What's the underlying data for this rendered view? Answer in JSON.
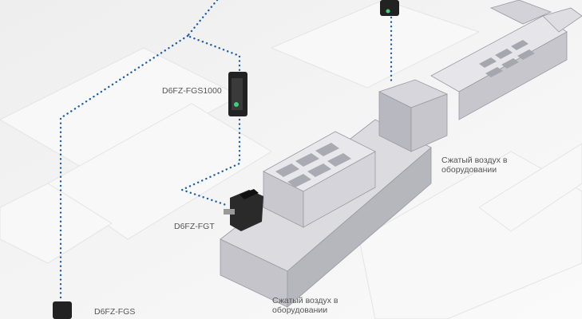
{
  "labels": {
    "fgs1000": "D6FZ-FGS1000",
    "fgt": "D6FZ-FGT",
    "fgs": "D6FZ-FGS",
    "air_top": "Сжатый воздух в оборудовании",
    "air_bottom": "Сжатый воздух в оборудовании"
  },
  "colors": {
    "network_line": "#1f5fa8",
    "device_led": "#3fd07a",
    "machine": "#d8d8dc"
  }
}
